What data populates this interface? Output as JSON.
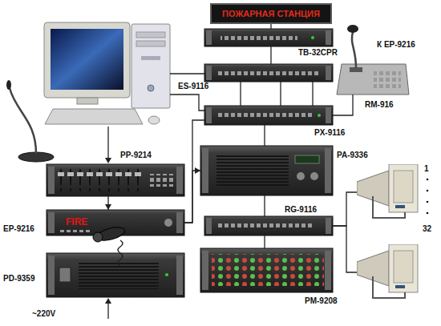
{
  "diagram": {
    "nodes": [
      {
        "text": [
          "ПОЖАРНАЯ СТАНЦИЯ"
        ]
      },
      {
        "text": [
          "TB-32CPR"
        ]
      },
      {
        "text": [
          "ES-9116"
        ]
      },
      {
        "text": [
          "RM-916"
        ]
      },
      {
        "text": [
          "PX-9116"
        ]
      },
      {
        "text": [
          "PP-9214"
        ]
      },
      {
        "text": [
          "PA-9336"
        ]
      },
      {
        "text": [
          "EP-9216",
          "FIRE"
        ]
      },
      {
        "text": [
          "RG-9116"
        ]
      },
      {
        "text": [
          "PD-9359"
        ]
      },
      {
        "text": [
          "PM-9208"
        ]
      },
      {
        "text": [
          "1"
        ]
      },
      {
        "text": [
          "32"
        ]
      }
    ],
    "edges": [
      {
        "from": 0,
        "to": 1,
        "arrow": "none"
      },
      {
        "from": 1,
        "to": 2,
        "arrow": "none"
      },
      {
        "from": 2,
        "to": 4,
        "arrow": "none"
      },
      {
        "from": 3,
        "to": 4,
        "arrow": "none"
      },
      {
        "from": 4,
        "to": 6,
        "arrow": "none"
      },
      {
        "from": 6,
        "to": 8,
        "arrow": "none"
      },
      {
        "from": 8,
        "to": 10,
        "arrow": "none"
      },
      {
        "from": 5,
        "to": 7,
        "arrow": "to"
      },
      {
        "from": 7,
        "to": 6,
        "arrow": "to"
      },
      {
        "from": 7,
        "to": 4,
        "arrow": "none"
      },
      {
        "from": 8,
        "to": 11,
        "arrow": "none"
      },
      {
        "from": 8,
        "to": 12,
        "arrow": "none"
      }
    ],
    "labels": [
      "К EP-9216",
      "~220V"
    ]
  }
}
